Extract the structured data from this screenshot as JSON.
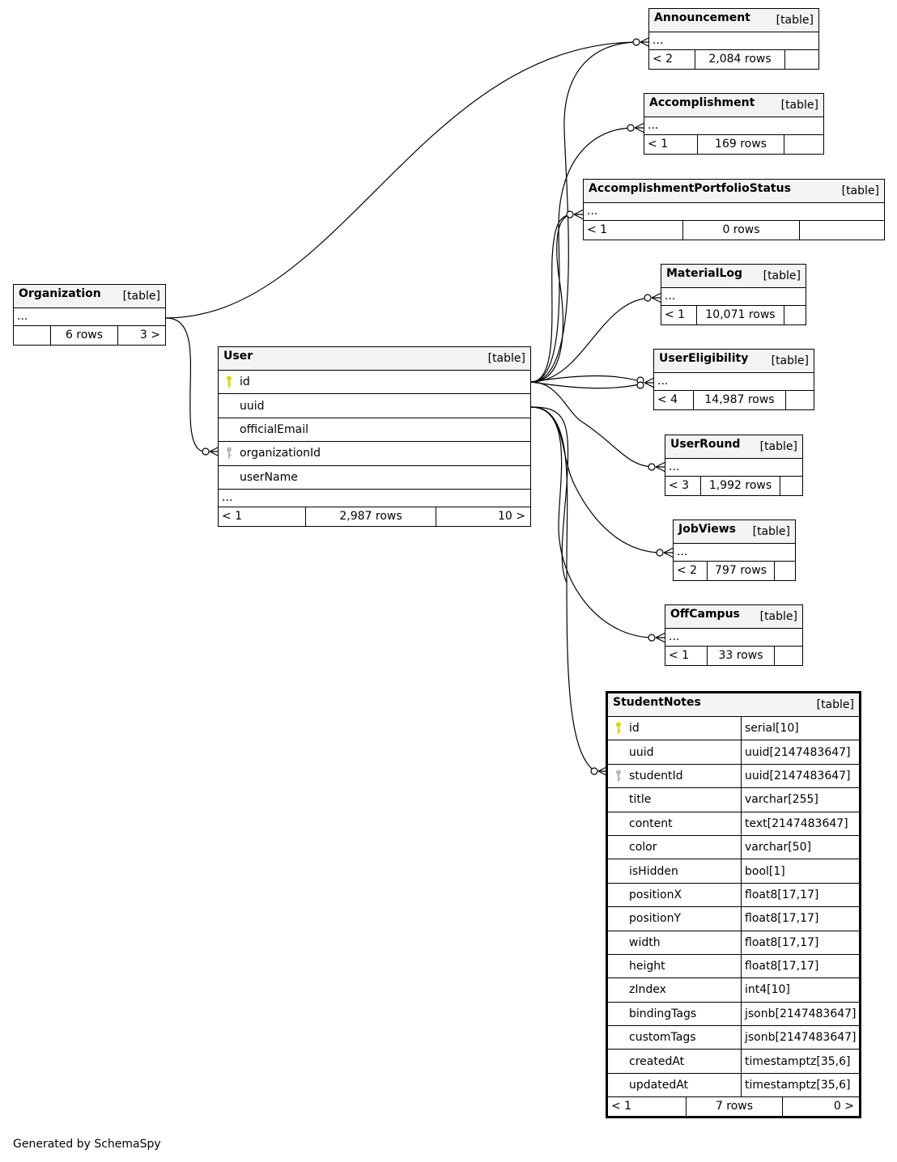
{
  "diagram": {
    "footer": "Generated by SchemaSpy",
    "kind_label": "[table]",
    "ellipsis": "...",
    "tables": {
      "announcement": {
        "name": "Announcement",
        "parents": "< 2",
        "rows": "2,084 rows",
        "children": ""
      },
      "accomplishment": {
        "name": "Accomplishment",
        "parents": "< 1",
        "rows": "169 rows",
        "children": ""
      },
      "accomplishmentPortfolioStatus": {
        "name": "AccomplishmentPortfolioStatus",
        "parents": "< 1",
        "rows": "0 rows",
        "children": ""
      },
      "materialLog": {
        "name": "MaterialLog",
        "parents": "< 1",
        "rows": "10,071 rows",
        "children": ""
      },
      "userEligibility": {
        "name": "UserEligibility",
        "parents": "< 4",
        "rows": "14,987 rows",
        "children": ""
      },
      "userRound": {
        "name": "UserRound",
        "parents": "< 3",
        "rows": "1,992 rows",
        "children": ""
      },
      "jobViews": {
        "name": "JobViews",
        "parents": "< 2",
        "rows": "797 rows",
        "children": ""
      },
      "offCampus": {
        "name": "OffCampus",
        "parents": "< 1",
        "rows": "33 rows",
        "children": ""
      },
      "organization": {
        "name": "Organization",
        "parents": "",
        "rows": "6 rows",
        "children": "3 >"
      },
      "user": {
        "name": "User",
        "parents": "< 1",
        "rows": "2,987 rows",
        "children": "10 >",
        "columns": [
          {
            "name": "id",
            "key": "primary"
          },
          {
            "name": "uuid",
            "key": ""
          },
          {
            "name": "officialEmail",
            "key": ""
          },
          {
            "name": "organizationId",
            "key": "foreign"
          },
          {
            "name": "userName",
            "key": ""
          }
        ]
      },
      "studentNotes": {
        "name": "StudentNotes",
        "parents": "< 1",
        "rows": "7 rows",
        "children": "0 >",
        "columns": [
          {
            "name": "id",
            "type": "serial[10]",
            "key": "primary"
          },
          {
            "name": "uuid",
            "type": "uuid[2147483647]",
            "key": ""
          },
          {
            "name": "studentId",
            "type": "uuid[2147483647]",
            "key": "foreign"
          },
          {
            "name": "title",
            "type": "varchar[255]",
            "key": ""
          },
          {
            "name": "content",
            "type": "text[2147483647]",
            "key": ""
          },
          {
            "name": "color",
            "type": "varchar[50]",
            "key": ""
          },
          {
            "name": "isHidden",
            "type": "bool[1]",
            "key": ""
          },
          {
            "name": "positionX",
            "type": "float8[17,17]",
            "key": ""
          },
          {
            "name": "positionY",
            "type": "float8[17,17]",
            "key": ""
          },
          {
            "name": "width",
            "type": "float8[17,17]",
            "key": ""
          },
          {
            "name": "height",
            "type": "float8[17,17]",
            "key": ""
          },
          {
            "name": "zIndex",
            "type": "int4[10]",
            "key": ""
          },
          {
            "name": "bindingTags",
            "type": "jsonb[2147483647]",
            "key": ""
          },
          {
            "name": "customTags",
            "type": "jsonb[2147483647]",
            "key": ""
          },
          {
            "name": "createdAt",
            "type": "timestamptz[35,6]",
            "key": ""
          },
          {
            "name": "updatedAt",
            "type": "timestamptz[35,6]",
            "key": ""
          }
        ]
      }
    },
    "colors": {
      "primary_key": "#d6d600",
      "foreign_key": "#b8b8b8",
      "header_bg": "#f3f3f3"
    }
  }
}
